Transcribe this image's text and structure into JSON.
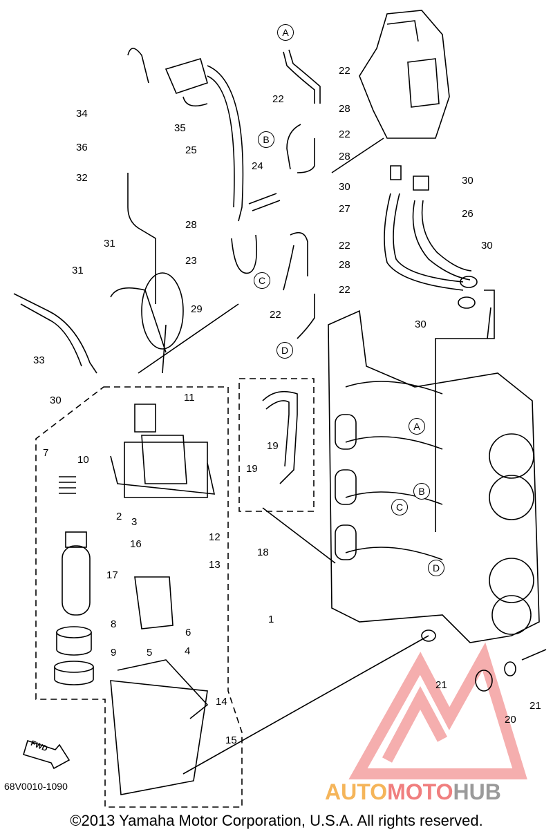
{
  "diagram": {
    "part_code": "68V0010-1090",
    "copyright": "©2013 Yamaha Motor Corporation, U.S.A. All rights reserved.",
    "fwd_label": "FWD",
    "watermark": {
      "part1": "AUTO",
      "part2": "MOTO",
      "part3": "HUB"
    },
    "callouts": [
      "1",
      "2",
      "3",
      "4",
      "5",
      "6",
      "7",
      "8",
      "9",
      "10",
      "11",
      "12",
      "13",
      "14",
      "15",
      "16",
      "17",
      "18",
      "19",
      "19",
      "20",
      "21",
      "21",
      "22",
      "22",
      "22",
      "22",
      "22",
      "22",
      "23",
      "24",
      "25",
      "26",
      "27",
      "28",
      "28",
      "28",
      "28",
      "29",
      "30",
      "30",
      "30",
      "30",
      "30",
      "31",
      "31",
      "32",
      "33",
      "34",
      "35",
      "36"
    ],
    "reference_letters": [
      "A",
      "B",
      "C",
      "D",
      "A",
      "B",
      "C",
      "D"
    ]
  },
  "colors": {
    "line": "#000000",
    "watermark_red": "#f07f7f",
    "watermark_orange": "#f5b55a",
    "watermark_gray": "#9a9a9a"
  }
}
